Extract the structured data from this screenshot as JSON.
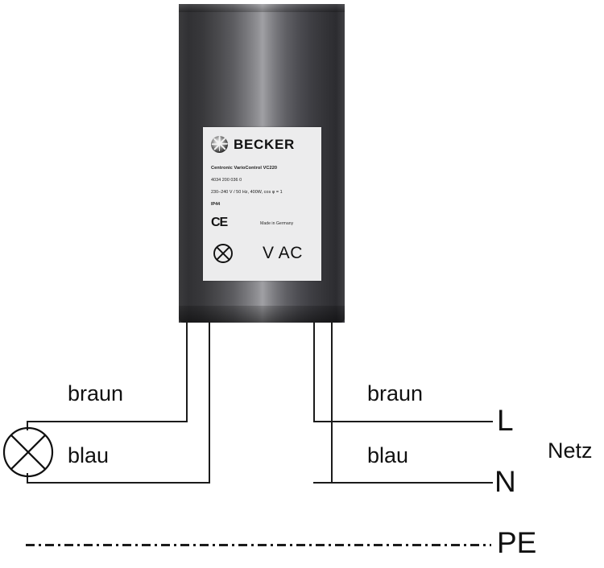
{
  "diagram": {
    "title": "Becker Centronic VarioControl VC220 wiring diagram",
    "device": {
      "name": "becker-vc220-tube-device",
      "label": {
        "brand": "BECKER",
        "brand_mark": "becker-flower-logo",
        "model": "Centronic VarioControl VC220",
        "part_number": "4034 200 036 0",
        "electrical": "230–240 V / 50 Hz, 400W, cos φ = 1",
        "protection_class": "IP44",
        "ce_mark": "CE",
        "origin": "Made in Germany",
        "load_symbol": "lamp-cross-circle-icon",
        "voltage_unit": "V AC"
      }
    },
    "load_side": {
      "lamp_symbol": "lamp-cross-circle-icon",
      "wire_live": "braun",
      "wire_neutral": "blau"
    },
    "mains_side": {
      "wire_live": "braun",
      "wire_neutral": "blau",
      "terminal_live": "L",
      "terminal_neutral": "N",
      "terminal_earth": "PE",
      "mains_label": "Netz"
    },
    "colors": {
      "wire_stroke": "#1b1b1b",
      "text": "#111111",
      "label_background": "#ececed",
      "device_dark": "#313134",
      "device_light": "#a0a0a4"
    }
  }
}
